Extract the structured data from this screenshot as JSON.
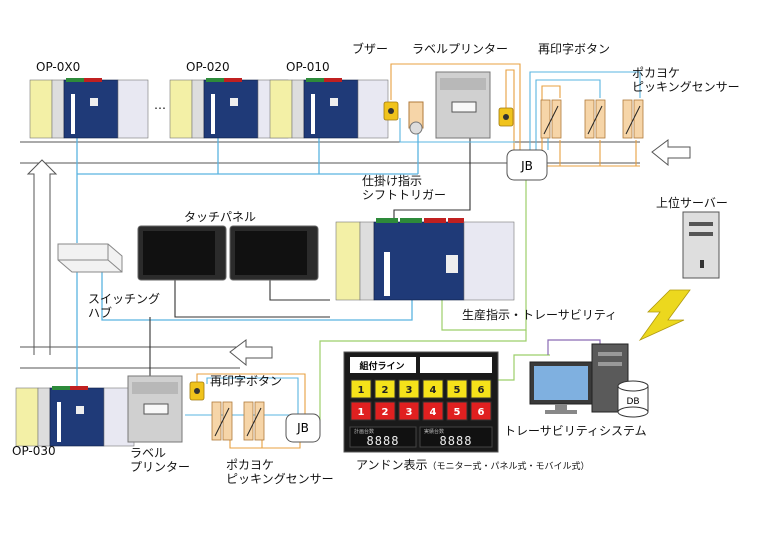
{
  "labels": {
    "buzzer": "ブザー",
    "label_printer_top": "ラベルプリンター",
    "reprint_button_top": "再印字ボタン",
    "poka_yoke_top": "ポカヨケ\nピッキングセンサー",
    "op_0x0": "OP-0X0",
    "op_020": "OP-020",
    "op_010": "OP-010",
    "ellipsis": "…",
    "jb_top": "JB",
    "shikake_trigger": "仕掛け指示\nシフトトリガー",
    "touch_panel": "タッチパネル",
    "host_server": "上位サーバー",
    "switching_hub": "スイッチング\nハブ",
    "production_trace": "生産指示・トレーサビリティ",
    "reprint_button_bottom": "再印字ボタン",
    "op_030": "OP-030",
    "label_printer_bottom": "ラベル\nプリンター",
    "poka_yoke_bottom": "ポカヨケ\nピッキングセンサー",
    "jb_bottom": "JB",
    "trace_system": "トレーサビリティシステム",
    "andon_display": "アンドン表示",
    "andon_display_note": "（モニター式・パネル式・モバイル式）",
    "db": "DB"
  },
  "andon": {
    "line_title": "組付ライン",
    "row1": [
      "1",
      "2",
      "3",
      "4",
      "5",
      "6"
    ],
    "row2": [
      "1",
      "2",
      "3",
      "4",
      "5",
      "6"
    ],
    "counter_left_label": "計画台数",
    "counter_right_label": "実績台数",
    "counter_left_value": "8888",
    "counter_right_value": "8888"
  },
  "colors": {
    "plc_navy": "#1f3a78",
    "plc_yellow": "#f3f0a6",
    "io_white": "#e8e8f2",
    "cable_blue": "#5ab4e0",
    "cable_orange": "#e8a040",
    "cable_green": "#9ccf6a",
    "cable_purple": "#8a6ab4",
    "andon_yellow": "#f5e21a",
    "andon_red": "#e02020",
    "lightning": "#ecd81e"
  }
}
